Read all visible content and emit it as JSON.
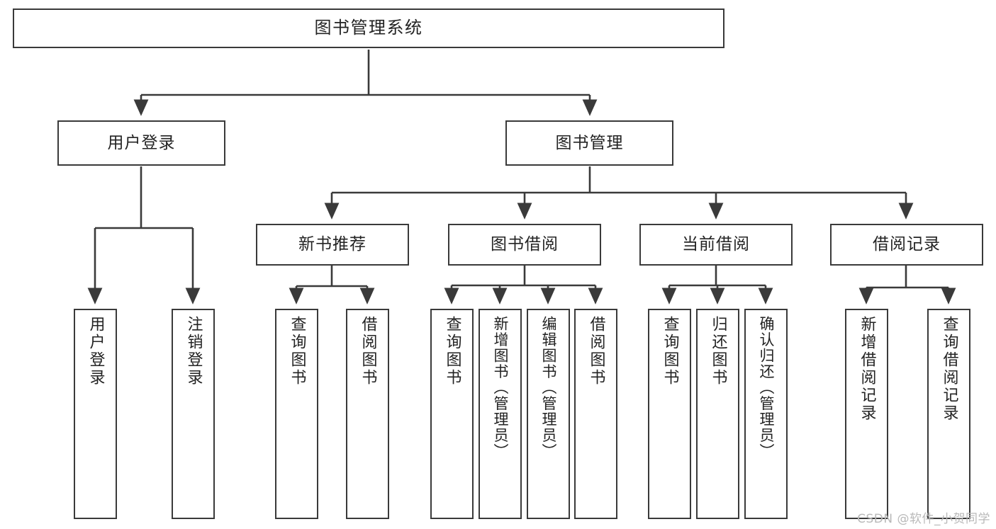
{
  "diagram": {
    "title": "图书管理系统",
    "watermark": "CSDN @软件_小贺同学",
    "style": {
      "box_border_color": "#3a3a3a",
      "box_fill_color": "#ffffff",
      "edge_color": "#3a3a3a",
      "text_color": "#232323",
      "background": "#ffffff",
      "watermark_color": "#b9b9b9"
    },
    "nodes": {
      "root": {
        "label": "图书管理系统"
      },
      "level1": [
        {
          "id": "user-login",
          "label": "用户登录"
        },
        {
          "id": "book-manage",
          "label": "图书管理"
        }
      ],
      "level2": [
        {
          "id": "new-book-recommend",
          "label": "新书推荐"
        },
        {
          "id": "book-borrow",
          "label": "图书借阅"
        },
        {
          "id": "current-borrow",
          "label": "当前借阅"
        },
        {
          "id": "borrow-record",
          "label": "借阅记录"
        }
      ],
      "leaves": {
        "user-login": [
          {
            "id": "leaf-user-login",
            "label": "用户登录"
          },
          {
            "id": "leaf-logout-login",
            "label": "注销登录"
          }
        ],
        "new-book-recommend": [
          {
            "id": "leaf-query-book-1",
            "label": "查询图书"
          },
          {
            "id": "leaf-borrow-book-1",
            "label": "借阅图书"
          }
        ],
        "book-borrow": [
          {
            "id": "leaf-query-book-2",
            "label": "查询图书"
          },
          {
            "id": "leaf-add-book",
            "label": "新增图书（管理员）"
          },
          {
            "id": "leaf-edit-book",
            "label": "编辑图书（管理员）"
          },
          {
            "id": "leaf-borrow-book-2",
            "label": "借阅图书"
          }
        ],
        "current-borrow": [
          {
            "id": "leaf-query-book-3",
            "label": "查询图书"
          },
          {
            "id": "leaf-return-book",
            "label": "归还图书"
          },
          {
            "id": "leaf-confirm-return",
            "label": "确认归还（管理员）"
          }
        ],
        "borrow-record": [
          {
            "id": "leaf-add-record",
            "label": "新增借阅记录"
          },
          {
            "id": "leaf-query-record",
            "label": "查询借阅记录"
          }
        ]
      }
    },
    "hierarchy": [
      {
        "parent": "图书管理系统",
        "children": [
          "用户登录",
          "图书管理"
        ]
      },
      {
        "parent": "用户登录",
        "children": [
          "用户登录",
          "注销登录"
        ]
      },
      {
        "parent": "图书管理",
        "children": [
          "新书推荐",
          "图书借阅",
          "当前借阅",
          "借阅记录"
        ]
      },
      {
        "parent": "新书推荐",
        "children": [
          "查询图书",
          "借阅图书"
        ]
      },
      {
        "parent": "图书借阅",
        "children": [
          "查询图书",
          "新增图书（管理员）",
          "编辑图书（管理员）",
          "借阅图书"
        ]
      },
      {
        "parent": "当前借阅",
        "children": [
          "查询图书",
          "归还图书",
          "确认归还（管理员）"
        ]
      },
      {
        "parent": "借阅记录",
        "children": [
          "新增借阅记录",
          "查询借阅记录"
        ]
      }
    ]
  }
}
